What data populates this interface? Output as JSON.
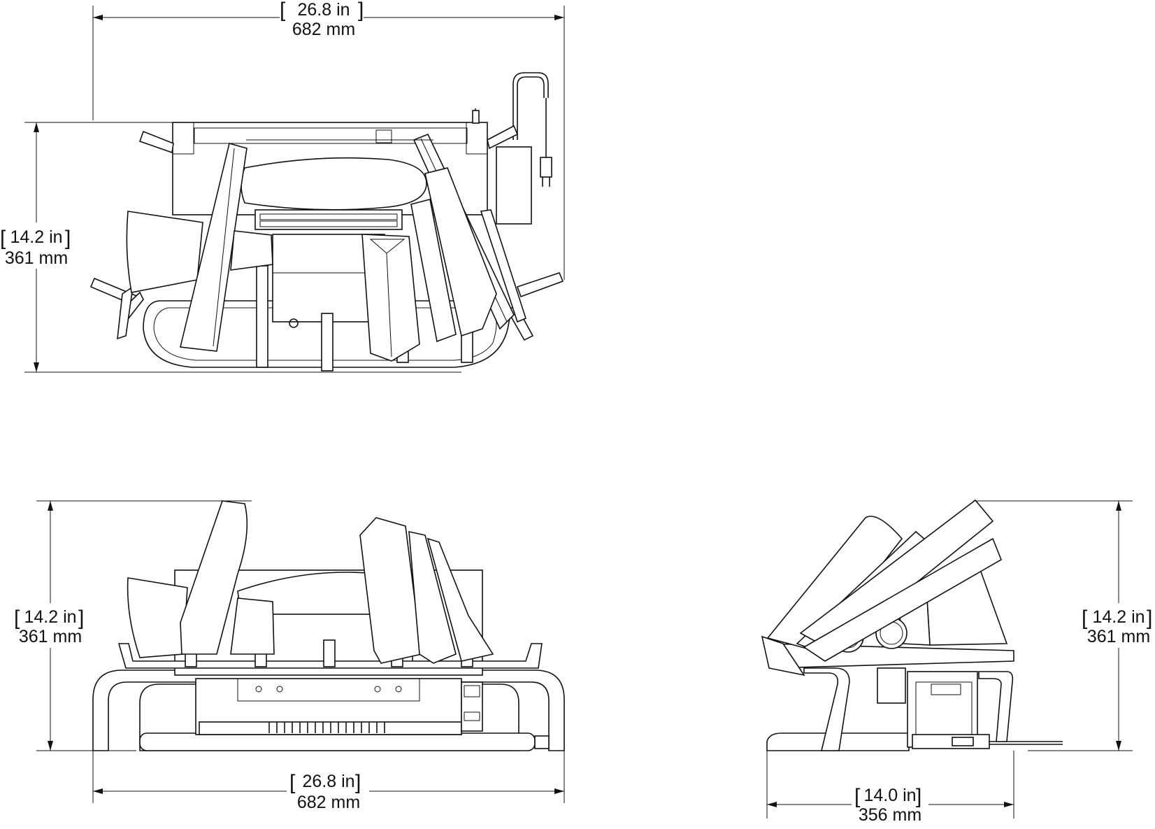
{
  "dimensions": {
    "top_width": {
      "inches": "26.8 in",
      "mm": "682 mm"
    },
    "top_height": {
      "inches": "14.2 in",
      "mm": "361 mm"
    },
    "front_height": {
      "inches": "14.2 in",
      "mm": "361 mm"
    },
    "front_width": {
      "inches": "26.8 in",
      "mm": "682 mm"
    },
    "side_height": {
      "inches": "14.2 in",
      "mm": "361 mm"
    },
    "side_depth": {
      "inches": "14.0 in",
      "mm": "356 mm"
    }
  },
  "colors": {
    "line": "#111111",
    "background": "#ffffff"
  }
}
